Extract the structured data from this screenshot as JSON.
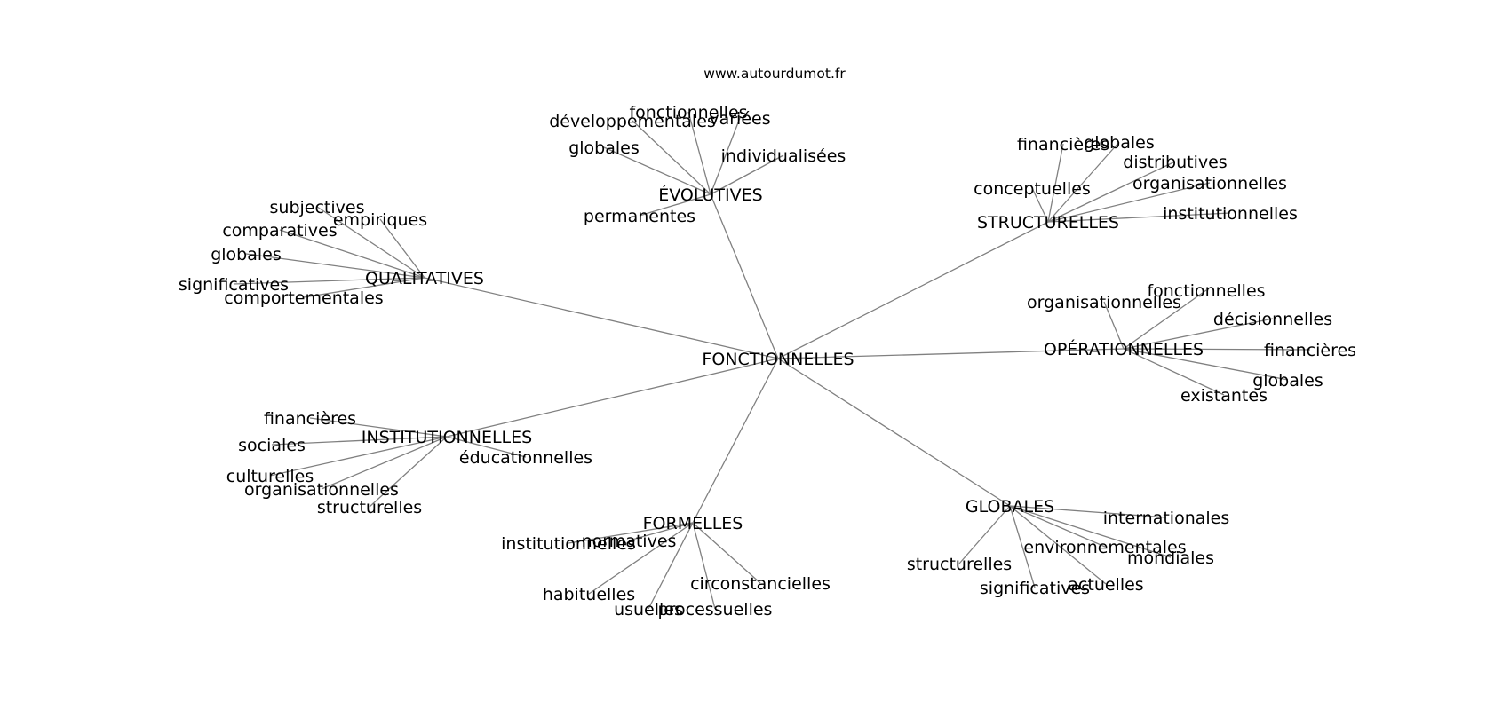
{
  "site": "www.autourdumot.fr",
  "colors": {
    "edge": "#808080",
    "text": "#000000",
    "background": "#ffffff"
  },
  "graph": {
    "center": "FONCTIONNELLES",
    "branches": [
      {
        "label": "ÉVOLUTIVES",
        "children": [
          "fonctionnelles",
          "développementales",
          "variées",
          "globales",
          "individualisées",
          "permanentes"
        ]
      },
      {
        "label": "STRUCTURELLES",
        "children": [
          "financières",
          "globales",
          "distributives",
          "conceptuelles",
          "organisationnelles",
          "institutionnelles"
        ]
      },
      {
        "label": "QUALITATIVES",
        "children": [
          "subjectives",
          "empiriques",
          "comparatives",
          "globales",
          "significatives",
          "comportementales"
        ]
      },
      {
        "label": "OPÉRATIONNELLES",
        "children": [
          "fonctionnelles",
          "organisationnelles",
          "décisionnelles",
          "financières",
          "globales",
          "existantes"
        ]
      },
      {
        "label": "INSTITUTIONNELLES",
        "children": [
          "financières",
          "sociales",
          "éducationnelles",
          "culturelles",
          "organisationnelles",
          "structurelles"
        ]
      },
      {
        "label": "FORMELLES",
        "children": [
          "normatives",
          "institutionnelles",
          "habituelles",
          "circonstancielles",
          "usuelles",
          "processuelles"
        ]
      },
      {
        "label": "GLOBALES",
        "children": [
          "internationales",
          "environnementales",
          "mondiales",
          "structurelles",
          "significatives",
          "actuelles"
        ]
      }
    ]
  }
}
